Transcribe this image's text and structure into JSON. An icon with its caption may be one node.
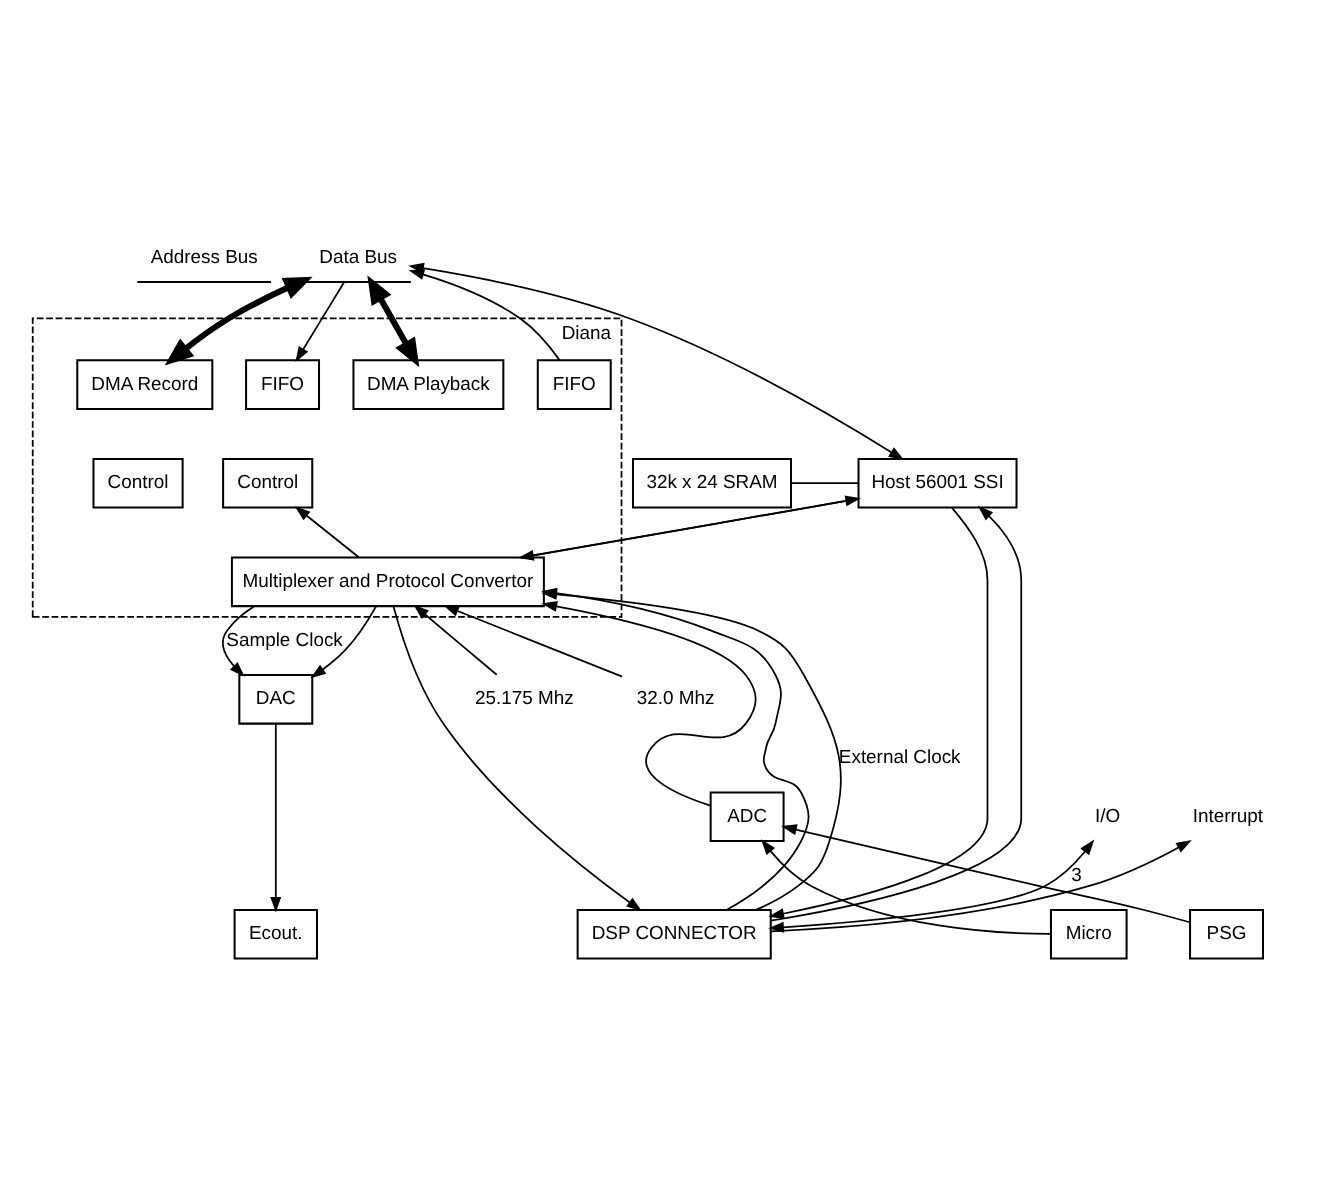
{
  "diagram": {
    "nodes": [
      {
        "text": [
          "Address Bus"
        ]
      },
      {
        "text": [
          "Data Bus"
        ]
      },
      {
        "text": [
          "32k x 24 SRAM"
        ]
      },
      {
        "text": [
          "Host 56001 SSI"
        ]
      },
      {
        "text": [
          "Diana"
        ]
      },
      {
        "text": [
          "FIFO"
        ],
        "in": 4
      },
      {
        "text": [
          "DMA Record"
        ],
        "in": 4
      },
      {
        "text": [
          "Control"
        ],
        "in": 4
      },
      {
        "text": [
          "FIFO"
        ],
        "in": 4
      },
      {
        "text": [
          "DMA Playback"
        ],
        "in": 4
      },
      {
        "text": [
          "Control"
        ],
        "in": 4
      },
      {
        "text": [
          "Multiplexer and Protocol Convertor"
        ],
        "in": 4
      },
      {
        "text": [
          "I/O"
        ]
      },
      {
        "text": [
          "Interrupt"
        ]
      },
      {
        "text": [
          "25.175 Mhz"
        ]
      },
      {
        "text": [
          "32.0 Mhz"
        ]
      },
      {
        "text": [
          "DAC"
        ]
      },
      {
        "text": [
          "ADC"
        ]
      },
      {
        "text": [
          "DSP CONNECTOR"
        ]
      },
      {
        "text": [
          "Ecout."
        ]
      },
      {
        "text": [
          "Micro"
        ]
      },
      {
        "text": [
          "PSG"
        ]
      }
    ],
    "edges": [
      {
        "from": 1,
        "to": 3,
        "arrow": "both"
      },
      {
        "from": 2,
        "to": 3,
        "arrow": "none"
      },
      {
        "from": 5,
        "to": 1,
        "arrow": "to"
      },
      {
        "from": 1,
        "to": 6,
        "arrow": "both",
        "style": "thick"
      },
      {
        "from": 1,
        "to": 8,
        "arrow": "to"
      },
      {
        "from": 1,
        "to": 9,
        "arrow": "both",
        "style": "thick"
      },
      {
        "from": 11,
        "to": 7,
        "arrow": "to"
      },
      {
        "from": 18,
        "to": 3,
        "arrow": "to"
      },
      {
        "from": 11,
        "to": 3,
        "arrow": "to"
      },
      {
        "from": 3,
        "to": 18,
        "arrow": "to"
      },
      {
        "from": 3,
        "to": 11,
        "arrow": "to"
      },
      {
        "from": 18,
        "to": 11,
        "arrow": "to"
      },
      {
        "from": 11,
        "to": 18,
        "arrow": "to"
      },
      {
        "from": 18,
        "to": 11,
        "label": "External Clock",
        "arrow": "to"
      },
      {
        "from": 18,
        "to": 12,
        "label": "3",
        "arrow": "both"
      },
      {
        "from": 18,
        "to": 13,
        "arrow": "to"
      },
      {
        "from": 14,
        "to": 11,
        "arrow": "to"
      },
      {
        "from": 15,
        "to": 11,
        "arrow": "to"
      },
      {
        "from": 11,
        "to": 16,
        "label": "Sample Clock",
        "arrow": "to"
      },
      {
        "from": 11,
        "to": 16,
        "arrow": "to"
      },
      {
        "from": 17,
        "to": 11,
        "arrow": "to"
      },
      {
        "from": 16,
        "to": 19,
        "arrow": "to"
      },
      {
        "from": 20,
        "to": 17,
        "arrow": "to"
      },
      {
        "from": 21,
        "to": 17,
        "arrow": "to"
      }
    ]
  }
}
